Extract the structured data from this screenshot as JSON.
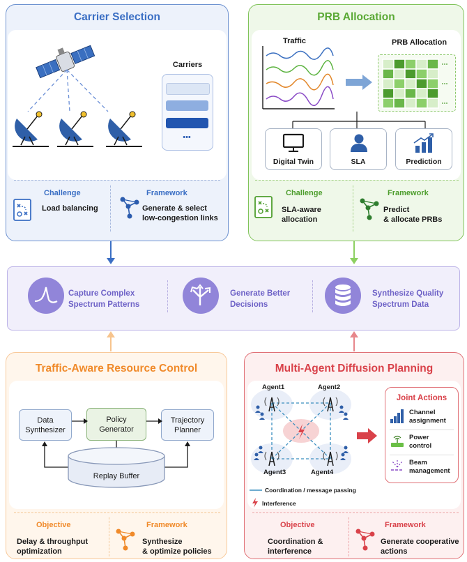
{
  "carrier": {
    "title": "Carrier Selection",
    "carriers_label": "Carriers",
    "dots": "•••",
    "challenge_head": "Challenge",
    "challenge_text": "Load balancing",
    "framework_head": "Framework",
    "framework_text_1": "Generate & select",
    "framework_text_2": "low-congestion links",
    "accent": "#3b6fc4"
  },
  "prb": {
    "title": "PRB Allocation",
    "traffic_label": "Traffic",
    "alloc_label": "PRB Allocation",
    "card_1": "Digital Twin",
    "card_2": "SLA",
    "card_3": "Prediction",
    "challenge_head": "Challenge",
    "challenge_text_1": "SLA-aware",
    "challenge_text_2": "allocation",
    "framework_head": "Framework",
    "framework_text_1": "Predict",
    "framework_text_2": "& allocate PRBs",
    "accent": "#6abf45"
  },
  "middle": {
    "item_1_line_1": "Capture Complex",
    "item_1_line_2": "Spectrum Patterns",
    "item_2_line_1": "Generate Better",
    "item_2_line_2": "Decisions",
    "item_3_line_1": "Synthesize Quality",
    "item_3_line_2": "Spectrum Data",
    "accent": "#8b7fd6"
  },
  "traffic": {
    "title": "Traffic-Aware Resource Control",
    "box_1_line_1": "Data",
    "box_1_line_2": "Synthesizer",
    "box_2_line_1": "Policy",
    "box_2_line_2": "Generator",
    "box_3_line_1": "Trajectory",
    "box_3_line_2": "Planner",
    "buffer": "Replay Buffer",
    "objective_head": "Objective",
    "objective_text_1": "Delay & throughput",
    "objective_text_2": "optimization",
    "framework_head": "Framework",
    "framework_text_1": "Synthesize",
    "framework_text_2": "& optimize policies",
    "accent": "#f08a2a"
  },
  "multi": {
    "title": "Multi-Agent Diffusion Planning",
    "agent_1": "Agent1",
    "agent_2": "Agent2",
    "agent_3": "Agent3",
    "agent_4": "Agent4",
    "legend_1": "Coordination / message passing",
    "legend_2": "Interference",
    "joint_title": "Joint Actions",
    "action_1_line_1": "Channel",
    "action_1_line_2": "assignment",
    "action_2_line_1": "Power",
    "action_2_line_2": "control",
    "action_3_line_1": "Beam",
    "action_3_line_2": "management",
    "objective_head": "Objective",
    "objective_text_1": "Coordination &",
    "objective_text_2": "interference",
    "framework_head": "Framework",
    "framework_text_1": "Generate cooperative",
    "framework_text_2": "actions",
    "accent": "#d9424a"
  }
}
